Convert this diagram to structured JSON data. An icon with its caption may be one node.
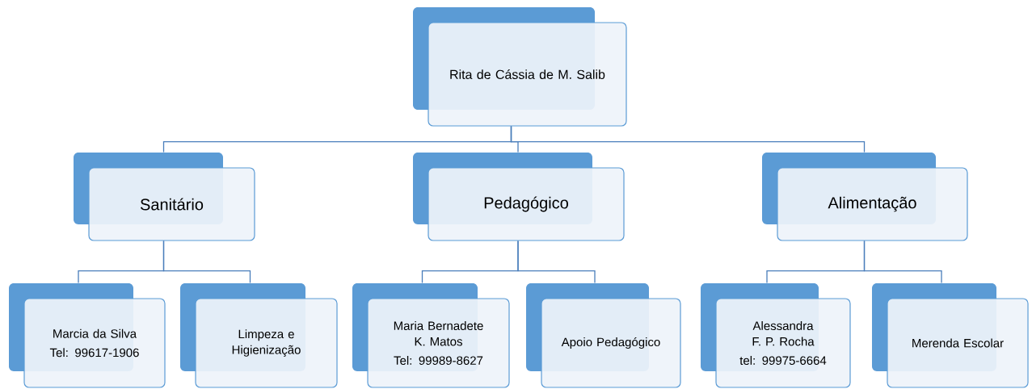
{
  "diagram": {
    "nodes": [
      {
        "text": [
          "Rita de Cássia de M. Salib"
        ]
      },
      {
        "text": [
          "Sanitário"
        ]
      },
      {
        "text": [
          "Pedagógico"
        ]
      },
      {
        "text": [
          "Alimentação"
        ]
      },
      {
        "text": [
          "Marcia da Silva",
          "Tel: 99617-1906"
        ]
      },
      {
        "text": [
          "Limpeza e Higienização"
        ]
      },
      {
        "text": [
          "Maria Bernadete K. Matos",
          "Tel: 99989-8627"
        ]
      },
      {
        "text": [
          "Apoio Pedagógico"
        ]
      },
      {
        "text": [
          "Alessandra F. P. Rocha",
          "tel: 99975-6664"
        ]
      },
      {
        "text": [
          "Merenda Escolar"
        ]
      }
    ],
    "edges": [
      {
        "from": 0,
        "to": 1,
        "arrow": "none"
      },
      {
        "from": 0,
        "to": 2,
        "arrow": "none"
      },
      {
        "from": 0,
        "to": 3,
        "arrow": "none"
      },
      {
        "from": 1,
        "to": 4,
        "arrow": "none"
      },
      {
        "from": 1,
        "to": 5,
        "arrow": "none"
      },
      {
        "from": 2,
        "to": 6,
        "arrow": "none"
      },
      {
        "from": 2,
        "to": 7,
        "arrow": "none"
      },
      {
        "from": 3,
        "to": 8,
        "arrow": "none"
      },
      {
        "from": 3,
        "to": 9,
        "arrow": "none"
      }
    ]
  }
}
